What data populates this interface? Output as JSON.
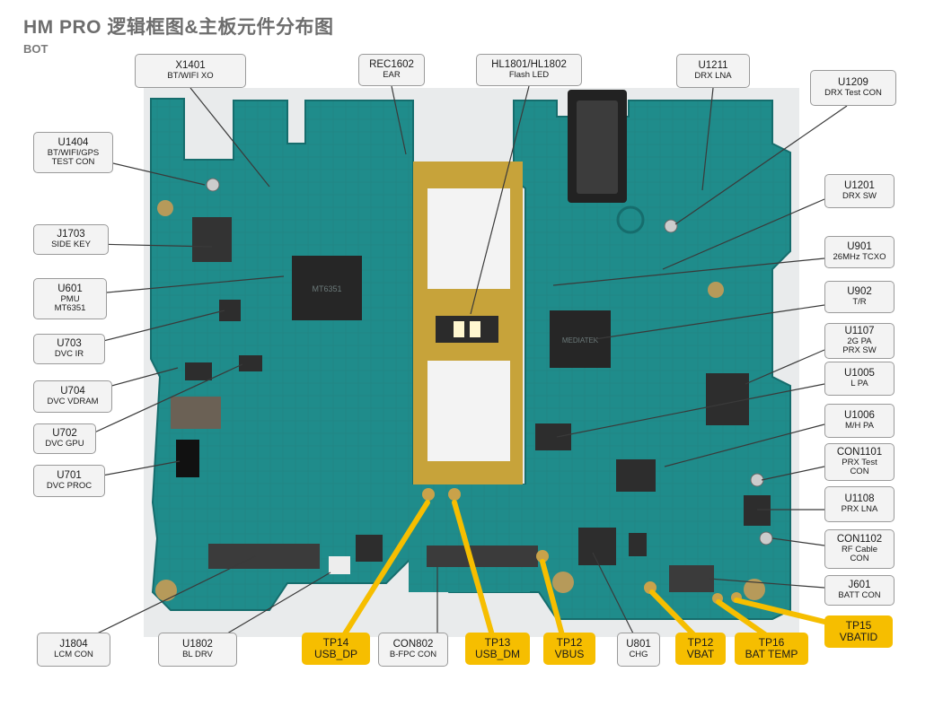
{
  "header": {
    "title": "HM PRO 逻辑框图&主板元件分布图",
    "subtitle": "BOT"
  },
  "colors": {
    "board": "#1d8a8a",
    "test_point_fill": "#f6be00",
    "label_fill": "#f3f3f3",
    "leader_line": "#3a3a3a"
  },
  "labels": [
    {
      "id": "x1401",
      "lines": [
        "X1401",
        "BT/WIFI  XO"
      ],
      "tp": false
    },
    {
      "id": "rec1602",
      "lines": [
        "REC1602",
        "EAR"
      ],
      "tp": false
    },
    {
      "id": "hl1801",
      "lines": [
        "HL1801/HL1802",
        "Flash LED"
      ],
      "tp": false
    },
    {
      "id": "u1211",
      "lines": [
        "U1211",
        "DRX LNA"
      ],
      "tp": false
    },
    {
      "id": "u1209",
      "lines": [
        "U1209",
        "DRX Test CON"
      ],
      "tp": false
    },
    {
      "id": "u1404",
      "lines": [
        "U1404",
        "BT/WIFI/GPS",
        "TEST CON"
      ],
      "tp": false
    },
    {
      "id": "u1201",
      "lines": [
        "U1201",
        "DRX SW"
      ],
      "tp": false
    },
    {
      "id": "j1703",
      "lines": [
        "J1703",
        "SIDE KEY"
      ],
      "tp": false
    },
    {
      "id": "u901",
      "lines": [
        "U901",
        "26MHz TCXO"
      ],
      "tp": false
    },
    {
      "id": "u601",
      "lines": [
        "U601",
        "PMU",
        "MT6351"
      ],
      "tp": false
    },
    {
      "id": "u902",
      "lines": [
        "U902",
        "T/R"
      ],
      "tp": false
    },
    {
      "id": "u703",
      "lines": [
        "U703",
        "DVC  IR"
      ],
      "tp": false
    },
    {
      "id": "u1107",
      "lines": [
        "U1107",
        "2G PA",
        "PRX SW"
      ],
      "tp": false
    },
    {
      "id": "u704",
      "lines": [
        "U704",
        "DVC VDRAM"
      ],
      "tp": false
    },
    {
      "id": "u1005",
      "lines": [
        "U1005",
        "L PA"
      ],
      "tp": false
    },
    {
      "id": "u702",
      "lines": [
        "U702",
        "DVC GPU"
      ],
      "tp": false
    },
    {
      "id": "u1006",
      "lines": [
        "U1006",
        "M/H PA"
      ],
      "tp": false
    },
    {
      "id": "u701",
      "lines": [
        "U701",
        "DVC  PROC"
      ],
      "tp": false
    },
    {
      "id": "con1101",
      "lines": [
        "CON1101",
        "PRX Test",
        "CON"
      ],
      "tp": false
    },
    {
      "id": "u1108",
      "lines": [
        "U1108",
        "PRX LNA"
      ],
      "tp": false
    },
    {
      "id": "con1102",
      "lines": [
        "CON1102",
        "RF Cable",
        "CON"
      ],
      "tp": false
    },
    {
      "id": "j601",
      "lines": [
        "J601",
        "BATT CON"
      ],
      "tp": false
    },
    {
      "id": "tp15",
      "lines": [
        "TP15",
        "VBATID"
      ],
      "tp": true
    },
    {
      "id": "j1804",
      "lines": [
        "J1804",
        "LCM CON"
      ],
      "tp": false
    },
    {
      "id": "u1802",
      "lines": [
        "U1802",
        "BL DRV"
      ],
      "tp": false
    },
    {
      "id": "tp14",
      "lines": [
        "TP14",
        "USB_DP"
      ],
      "tp": true
    },
    {
      "id": "con802",
      "lines": [
        "CON802",
        "B-FPC CON"
      ],
      "tp": false
    },
    {
      "id": "tp13",
      "lines": [
        "TP13",
        "USB_DM"
      ],
      "tp": true
    },
    {
      "id": "tp12a",
      "lines": [
        "TP12",
        "VBUS"
      ],
      "tp": true
    },
    {
      "id": "u801",
      "lines": [
        "U801",
        "CHG"
      ],
      "tp": false
    },
    {
      "id": "tp12b",
      "lines": [
        "TP12",
        "VBAT"
      ],
      "tp": true
    },
    {
      "id": "tp16",
      "lines": [
        "TP16",
        "BAT TEMP"
      ],
      "tp": true
    }
  ],
  "chip_markings": {
    "pmu": "MT6351",
    "xcvr": "MEDIATEK"
  }
}
